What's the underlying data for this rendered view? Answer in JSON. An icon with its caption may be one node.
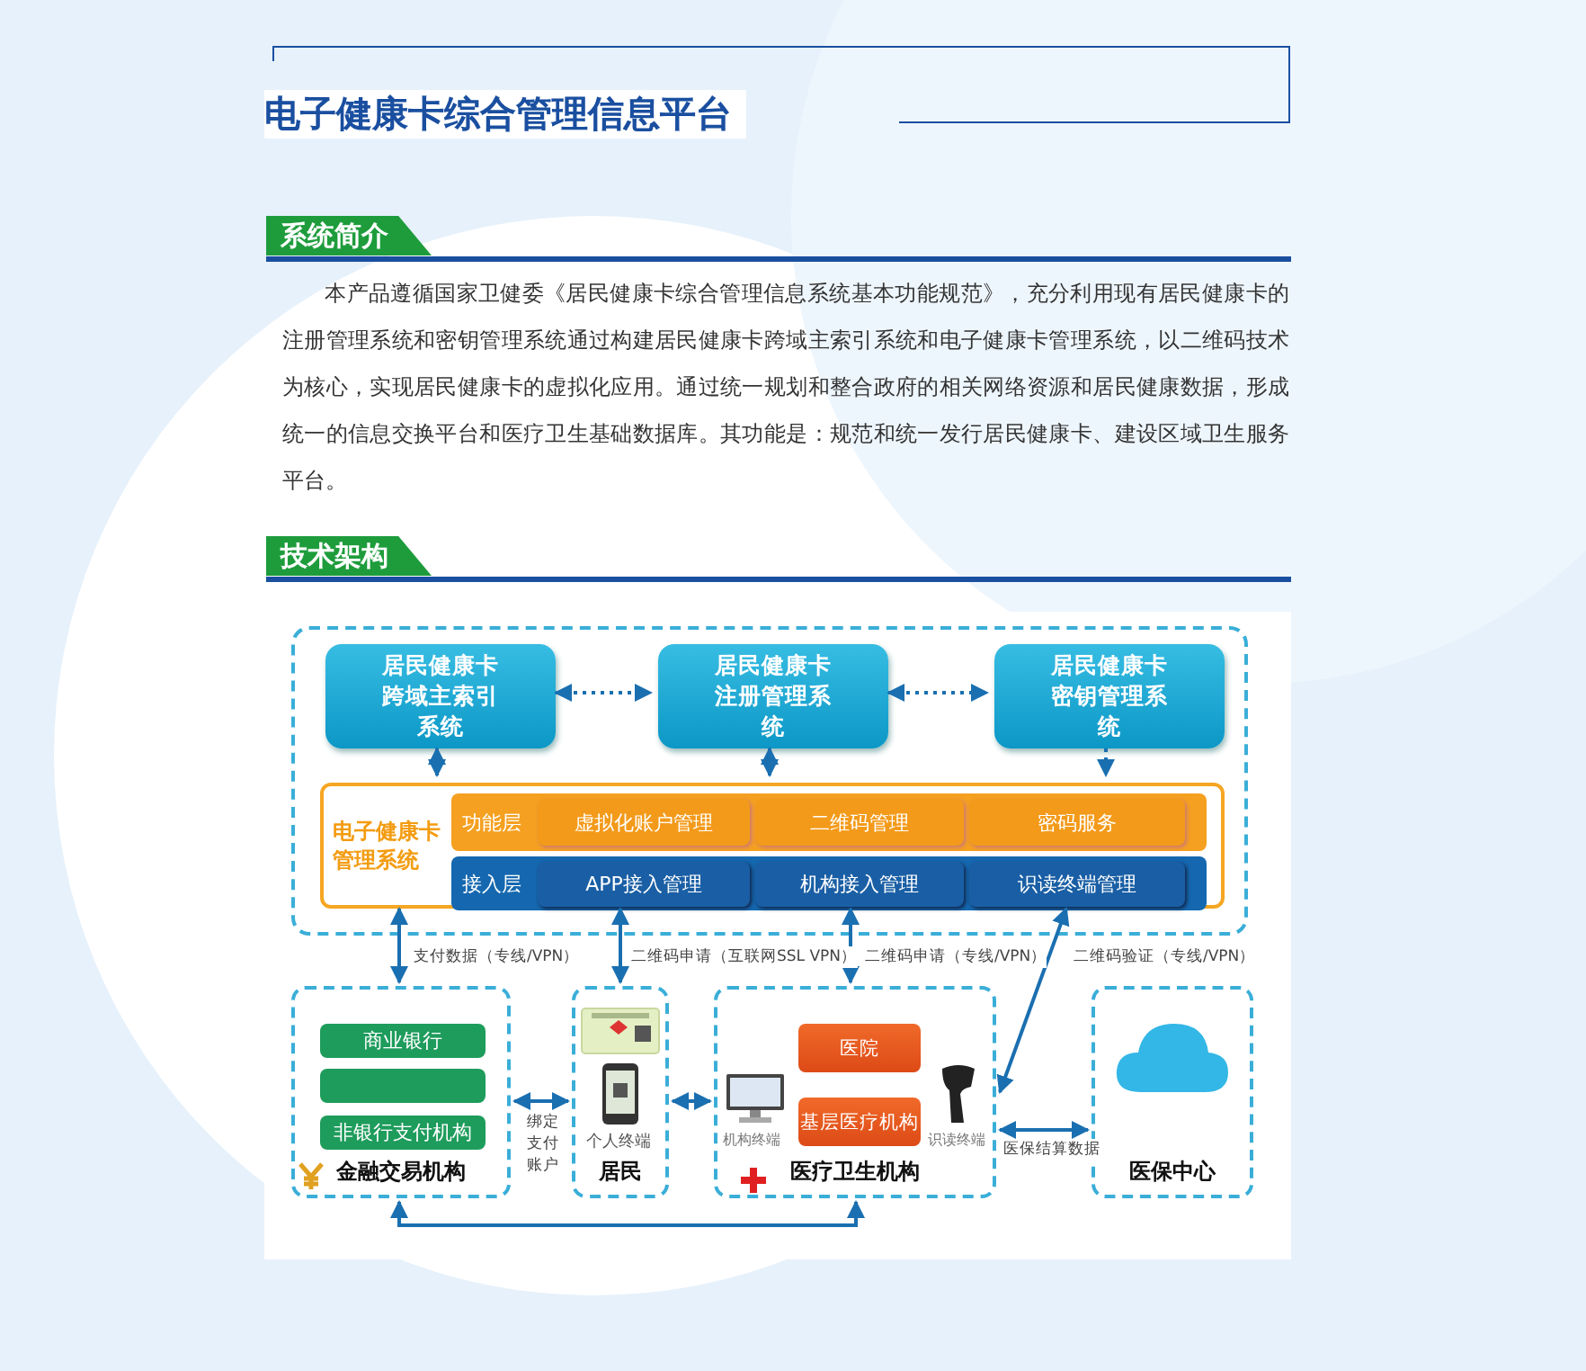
{
  "diagram": {
    "title": "电子健康卡综合管理信息平台",
    "nodes": [
      {
        "text": [],
        "shape": "box"
      },
      {
        "text": [
          "居民健康卡跨域主索引系统"
        ],
        "in": 0
      },
      {
        "text": [
          "居民健康卡注册管理系统"
        ],
        "in": 0
      },
      {
        "text": [
          "居民健康卡密钥管理系统"
        ],
        "in": 0
      },
      {
        "text": [
          "电子健康卡管理系统"
        ],
        "in": 0
      },
      {
        "text": [
          "功能层"
        ],
        "in": 4
      },
      {
        "text": [
          "虚拟化账户管理"
        ],
        "in": 5
      },
      {
        "text": [
          "二维码管理"
        ],
        "in": 5
      },
      {
        "text": [
          "密码服务"
        ],
        "in": 5
      },
      {
        "text": [
          "接入层"
        ],
        "in": 4
      },
      {
        "text": [
          "APP接入管理"
        ],
        "in": 9
      },
      {
        "text": [
          "机构接入管理"
        ],
        "in": 9
      },
      {
        "text": [
          "识读终端管理"
        ],
        "in": 9
      },
      {
        "text": [
          "金融交易机构"
        ]
      },
      {
        "text": [
          "商业银行"
        ],
        "in": 13
      },
      {
        "text": [],
        "shape": "box",
        "in": 13
      },
      {
        "text": [
          "非银行支付机构"
        ],
        "in": 13
      },
      {
        "text": [
          "居民"
        ]
      },
      {
        "text": [
          "医疗卫生机构"
        ]
      },
      {
        "text": [
          "医院"
        ],
        "in": 18
      },
      {
        "text": [
          "基层医疗机构"
        ],
        "in": 18
      },
      {
        "text": [
          "医保中心"
        ]
      }
    ],
    "edges": [
      {
        "from": 1,
        "to": 2,
        "arrow": "both",
        "style": "dashed"
      },
      {
        "from": 2,
        "to": 3,
        "arrow": "both",
        "style": "dashed"
      },
      {
        "from": 1,
        "to": 4,
        "arrow": "both"
      },
      {
        "from": 2,
        "to": 4,
        "arrow": "both"
      },
      {
        "from": 3,
        "to": 4,
        "arrow": "to",
        "style": "dashed"
      },
      {
        "from": 4,
        "to": 13,
        "arrow": "both",
        "label": "支付数据（专线/VPN）"
      },
      {
        "from": 4,
        "to": 17,
        "arrow": "both",
        "label": "二维码申请（互联网SSL VPN）"
      },
      {
        "from": 4,
        "to": 18,
        "arrow": "both",
        "label": "二维码申请（专线/VPN）"
      },
      {
        "from": 4,
        "to": 18,
        "arrow": "both",
        "label": "二维码验证（专线/VPN）"
      },
      {
        "from": 13,
        "to": 17,
        "arrow": "both",
        "label": "绑定支付账户"
      },
      {
        "from": 17,
        "to": 18,
        "arrow": "both"
      },
      {
        "from": 18,
        "to": 21,
        "arrow": "both",
        "label": "医保结算数据"
      },
      {
        "from": 13,
        "to": 18,
        "arrow": "both"
      }
    ],
    "labels": [
      "系统简介",
      "本产品遵循国家卫健委《居民健康卡综合管理信息系统基本功能规范》，充分利用现有居民健康卡的注册管理系统和密钥管理系统通过构建居民健康卡跨域主索引系统和电子健康卡管理系统，以二维码技术为核心，实现居民健康卡的虚拟化应用。通过统一规划和整合政府的相关网络资源和居民健康数据，形成统一的信息交换平台和医疗卫生基础数据库。其功能是：规范和统一发行居民健康卡、建设区域卫生服务平台。",
      "技术架构",
      "个人终端",
      "机构终端",
      "识读终端"
    ]
  }
}
